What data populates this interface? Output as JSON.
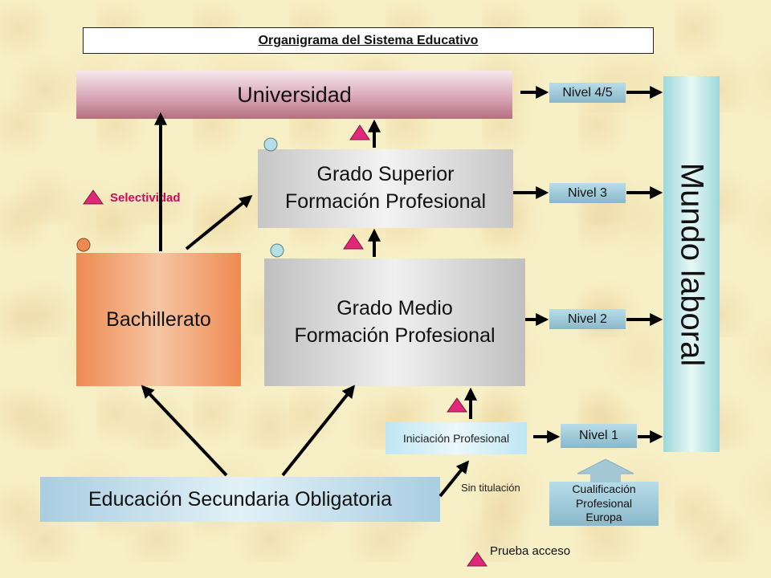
{
  "title": "Organigrama del Sistema Educativo",
  "nodes": {
    "universidad": "Universidad",
    "grado_superior": [
      "Grado Superior",
      "Formación Profesional"
    ],
    "grado_medio": [
      "Grado Medio",
      "Formación Profesional"
    ],
    "bachillerato": "Bachillerato",
    "eso": "Educación Secundaria Obligatoria",
    "iniciacion": "Iniciación Profesional",
    "mundo_laboral": "Mundo laboral",
    "cualificacion": [
      "Cualificación",
      "Profesional",
      "Europa"
    ]
  },
  "niveles": {
    "n45": "Nivel 4/5",
    "n3": "Nivel 3",
    "n2": "Nivel 2",
    "n1": "Nivel 1"
  },
  "labels": {
    "selectividad": "Selectividad",
    "sin_titulacion": "Sin titulación",
    "prueba_acceso": "Prueba acceso"
  },
  "colors": {
    "prueba_acceso_triangle": "#e0287a",
    "circle_blue": "#b5dfe6",
    "circle_orange": "#ef8a52"
  }
}
